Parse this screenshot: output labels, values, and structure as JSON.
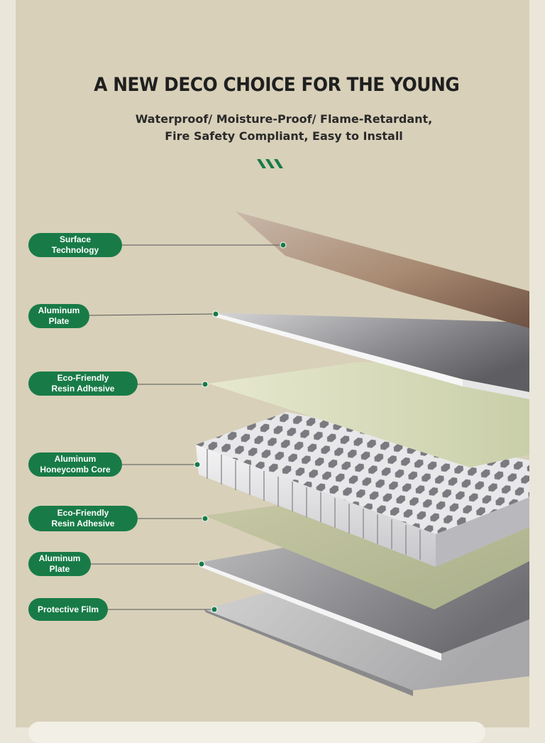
{
  "header": {
    "title": "A NEW DECO CHOICE FOR THE YOUNG",
    "subtitle_line1": "Waterproof/ Moisture-Proof/ Flame-Retardant,",
    "subtitle_line2": "Fire Safety Compliant, Easy to Install",
    "chevron_icon": "triple-chevron-icon"
  },
  "colors": {
    "background": "#d8d0b9",
    "label_green": "#187b47",
    "title_text": "#1f1f1f"
  },
  "layers": [
    {
      "line1": "Surface",
      "line2": "Technology"
    },
    {
      "line1": "Aluminum",
      "line2": "Plate"
    },
    {
      "line1": "Eco-Friendly",
      "line2": "Resin Adhesive"
    },
    {
      "line1": "Aluminum",
      "line2": "Honeycomb Core"
    },
    {
      "line1": "Eco-Friendly",
      "line2": "Resin Adhesive"
    },
    {
      "line1": "Aluminum",
      "line2": "Plate"
    },
    {
      "line1": "Protective Film",
      "line2": ""
    }
  ]
}
